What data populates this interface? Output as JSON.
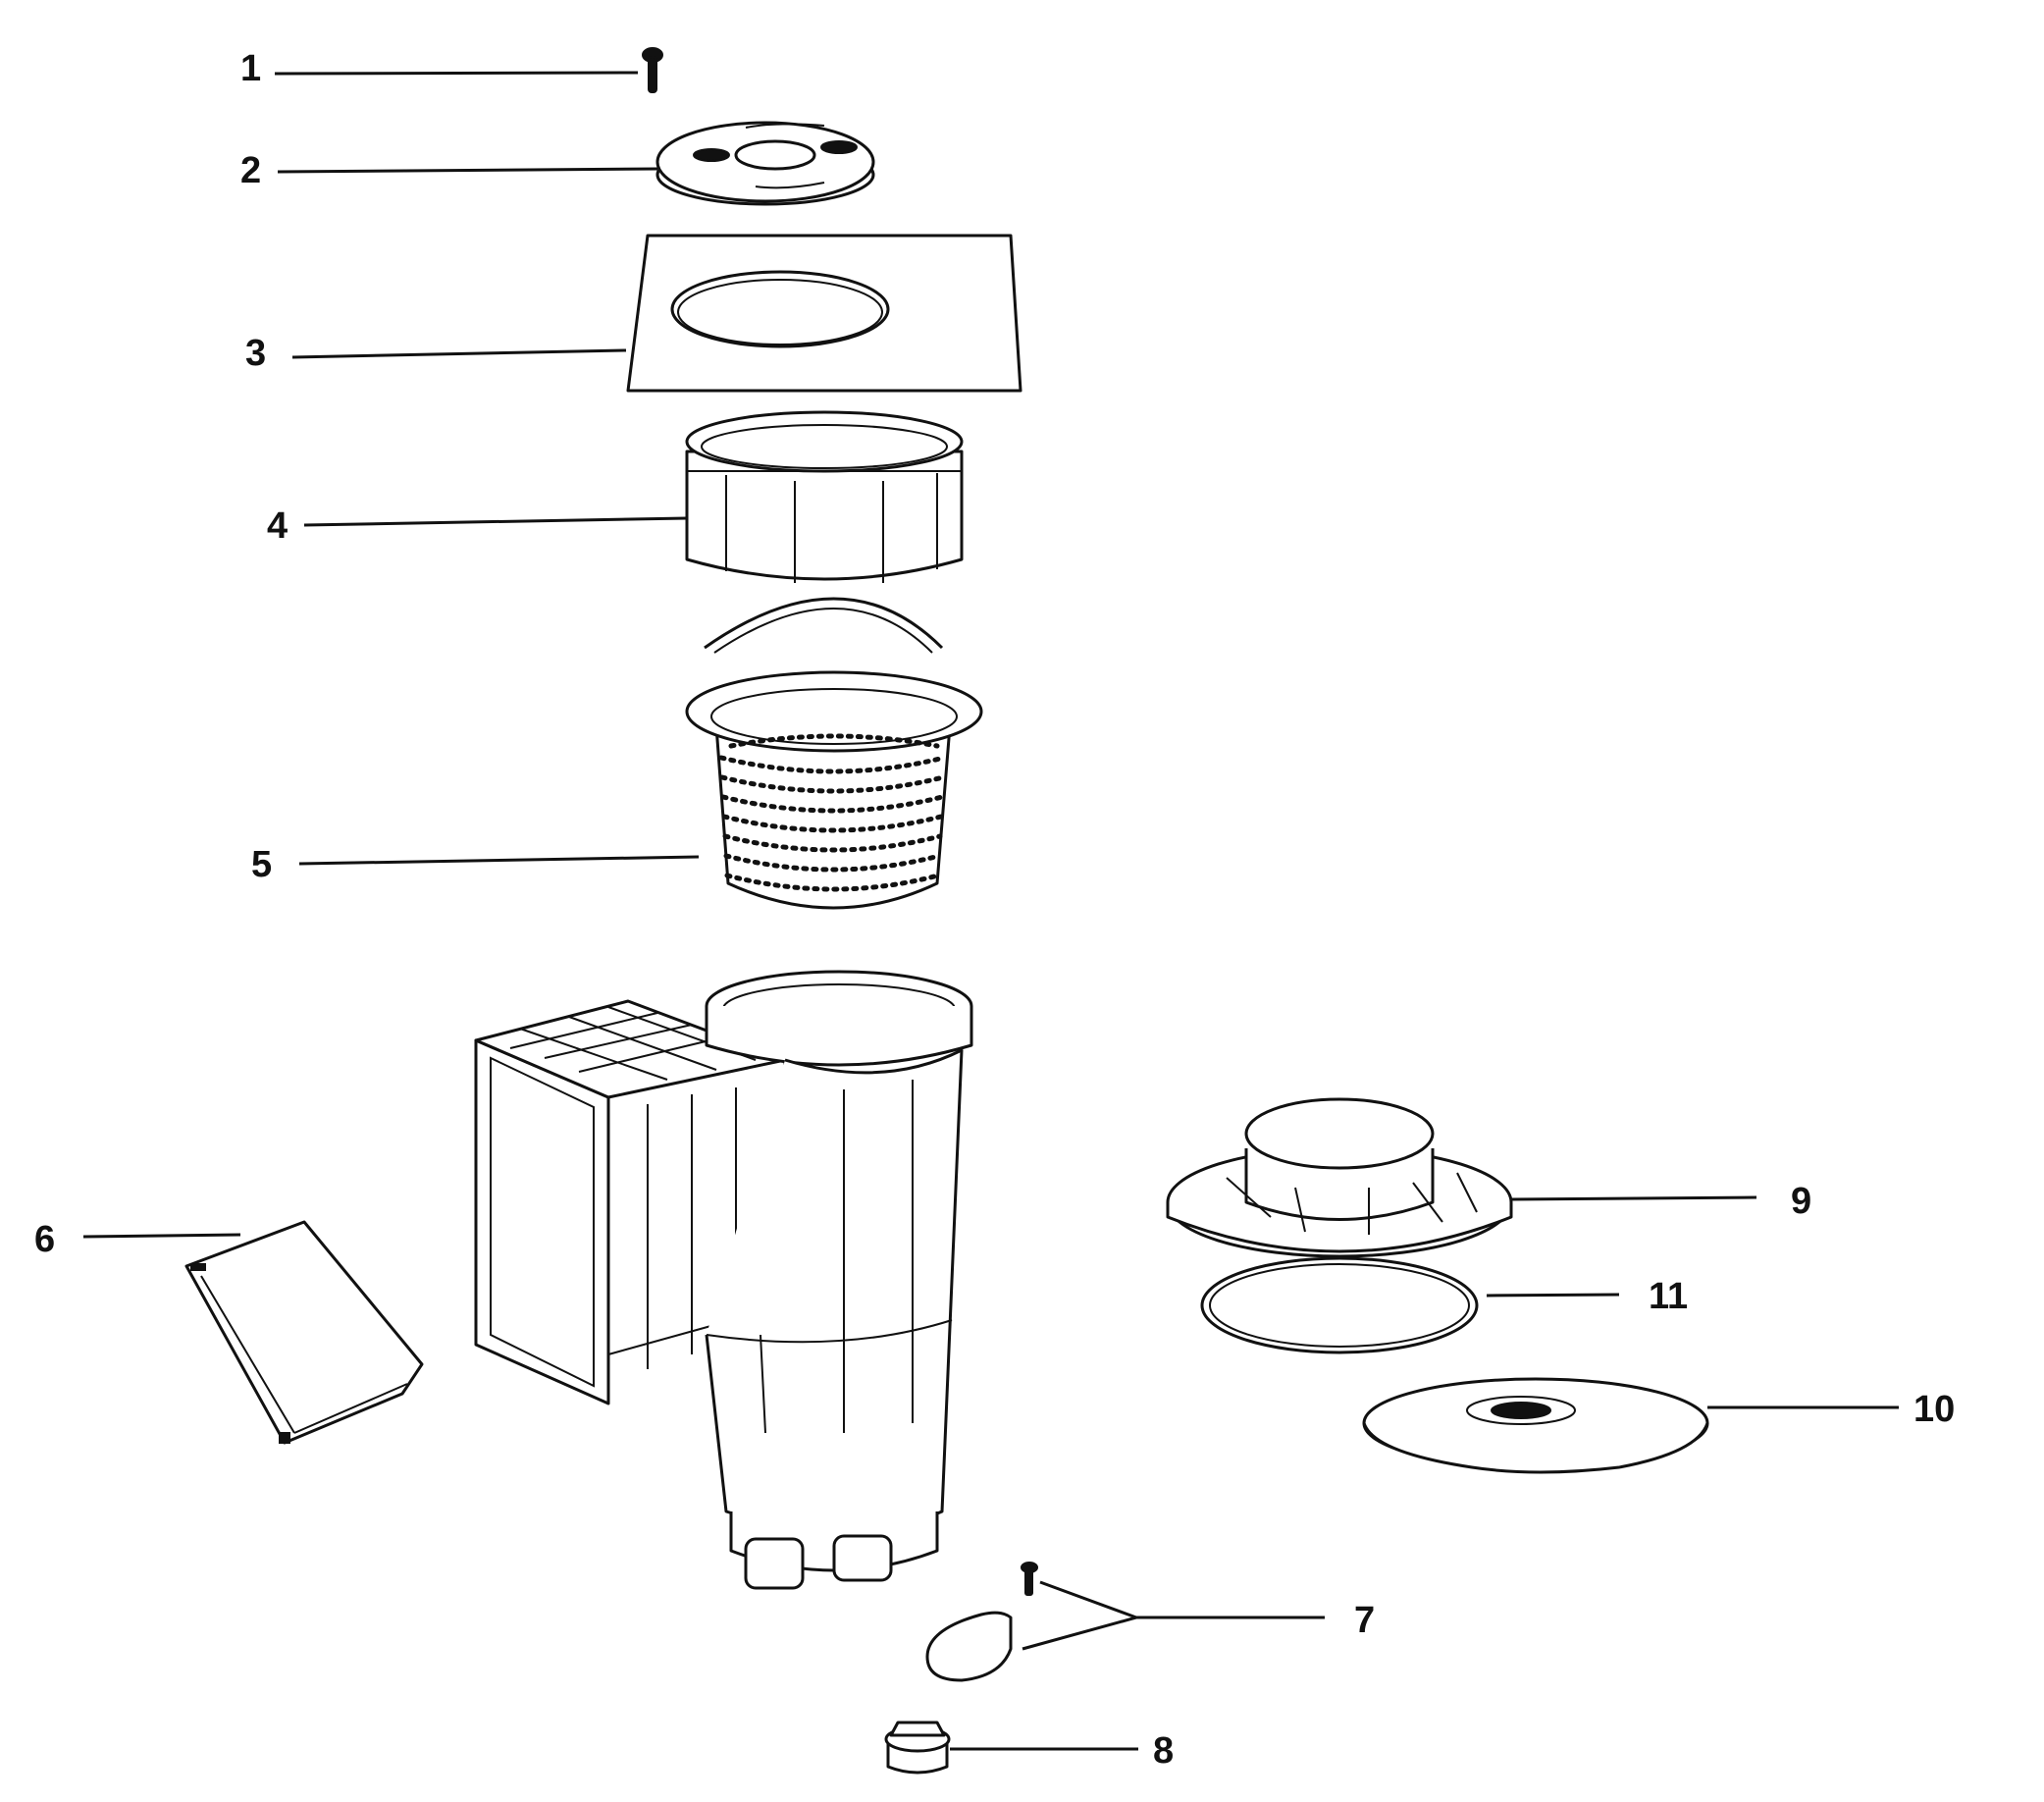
{
  "diagram": {
    "callouts": [
      {
        "id": "1",
        "label": "1"
      },
      {
        "id": "2",
        "label": "2"
      },
      {
        "id": "3",
        "label": "3"
      },
      {
        "id": "4",
        "label": "4"
      },
      {
        "id": "5",
        "label": "5"
      },
      {
        "id": "6",
        "label": "6"
      },
      {
        "id": "7",
        "label": "7"
      },
      {
        "id": "8",
        "label": "8"
      },
      {
        "id": "9",
        "label": "9"
      },
      {
        "id": "10",
        "label": "10"
      },
      {
        "id": "11",
        "label": "11"
      }
    ],
    "colors": {
      "ink": "#111111",
      "paper": "#ffffff"
    }
  }
}
